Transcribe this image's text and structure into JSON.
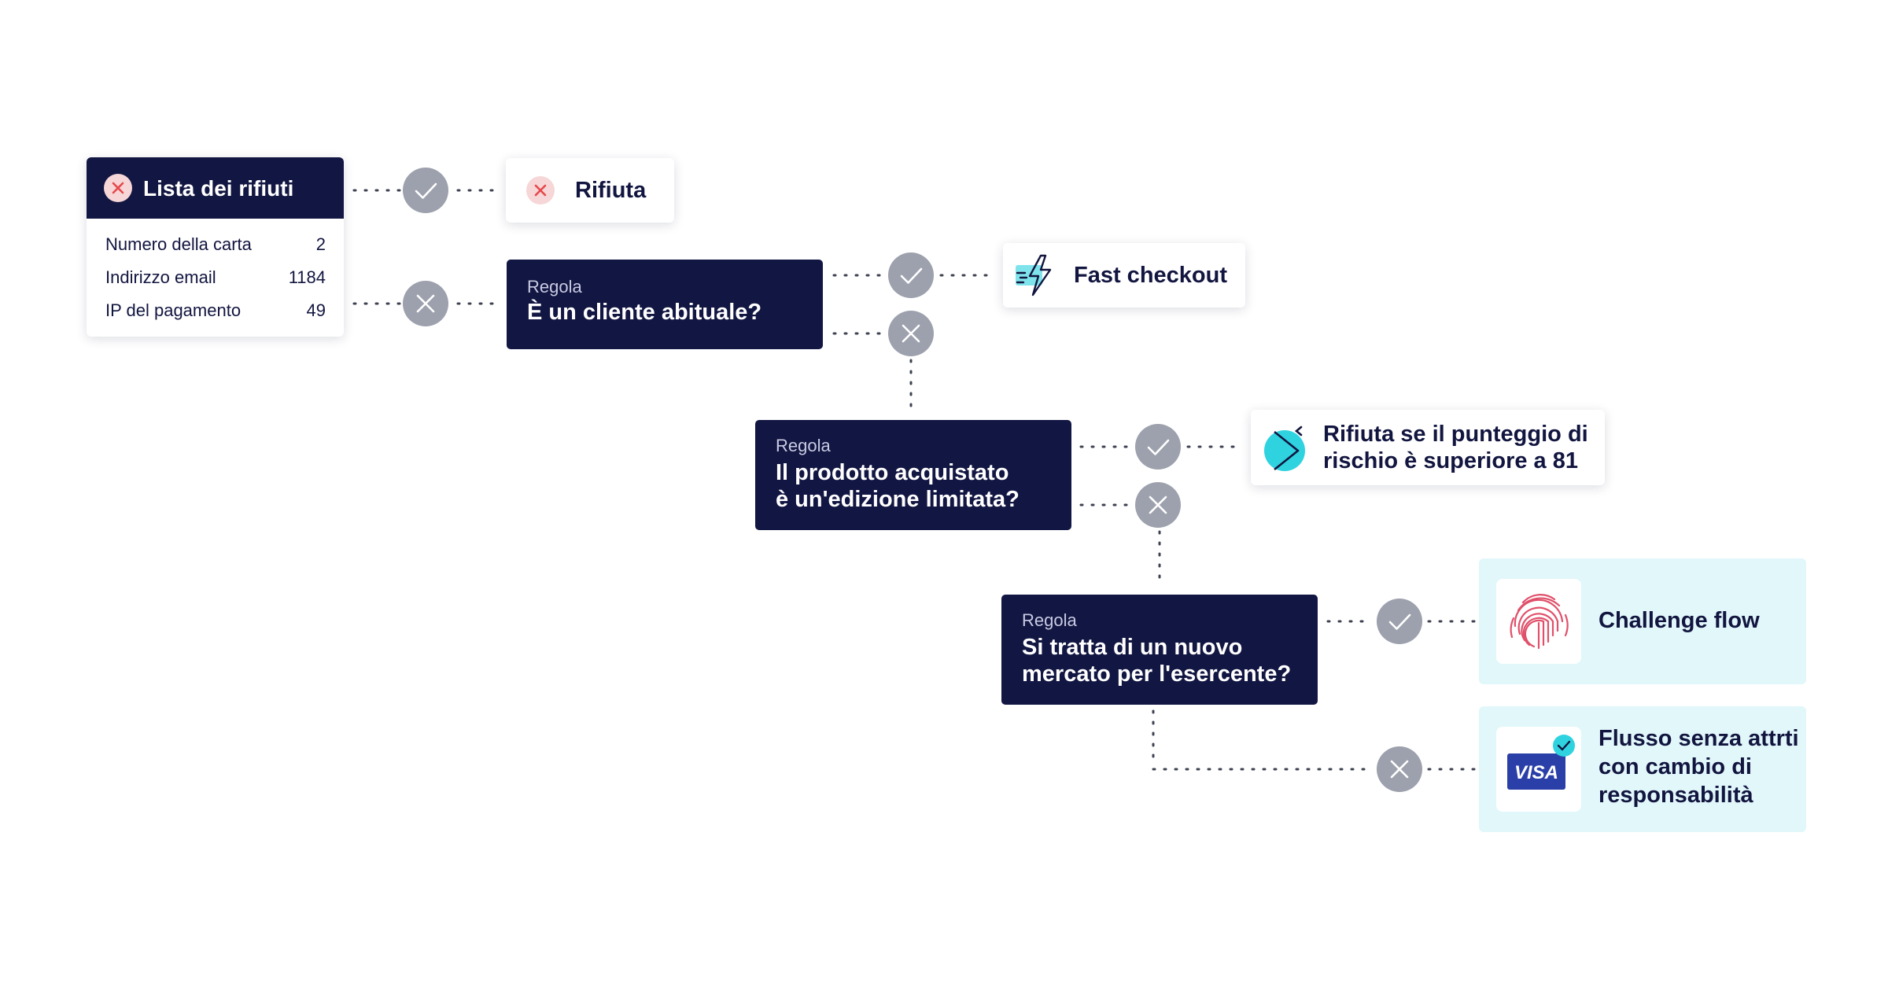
{
  "blocklist": {
    "title": "Lista dei rifiuti",
    "rows": [
      {
        "label": "Numero della carta",
        "value": "2"
      },
      {
        "label": "Indirizzo email",
        "value": "1184"
      },
      {
        "label": "IP del pagamento",
        "value": "49"
      }
    ]
  },
  "outcomes": {
    "block": "Rifiuta",
    "fast_checkout": "Fast checkout",
    "risk_block": {
      "line1": "Rifiuta se il punteggio di",
      "line2": "rischio è superiore a 81"
    },
    "challenge": "Challenge flow",
    "frictionless": {
      "line1": "Flusso senza attrti",
      "line2": "con cambio di",
      "line3": "responsabilità"
    },
    "visa_logo_text": "VISA"
  },
  "rules": [
    {
      "label": "Regola",
      "question_lines": [
        "È un cliente abituale?"
      ]
    },
    {
      "label": "Regola",
      "question_lines": [
        "Il prodotto acquistato",
        "è un'edizione limitata?"
      ]
    },
    {
      "label": "Regola",
      "question_lines": [
        "Si tratta di un nuovo",
        "mercato per l'esercente?"
      ]
    }
  ],
  "colors": {
    "navy": "#121642",
    "badge_gray": "#9da1ad",
    "teal_panel": "#e1f7fa",
    "reject_red": "#e5484d",
    "accent_cyan": "#2fd3e0",
    "visa_blue": "#2a3fa8"
  },
  "icons": {
    "pass": "check-icon",
    "fail": "close-icon",
    "fast_checkout": "lightning-icon",
    "risk": "radar-icon",
    "challenge": "fingerprint-icon",
    "card": "visa-card-icon"
  }
}
